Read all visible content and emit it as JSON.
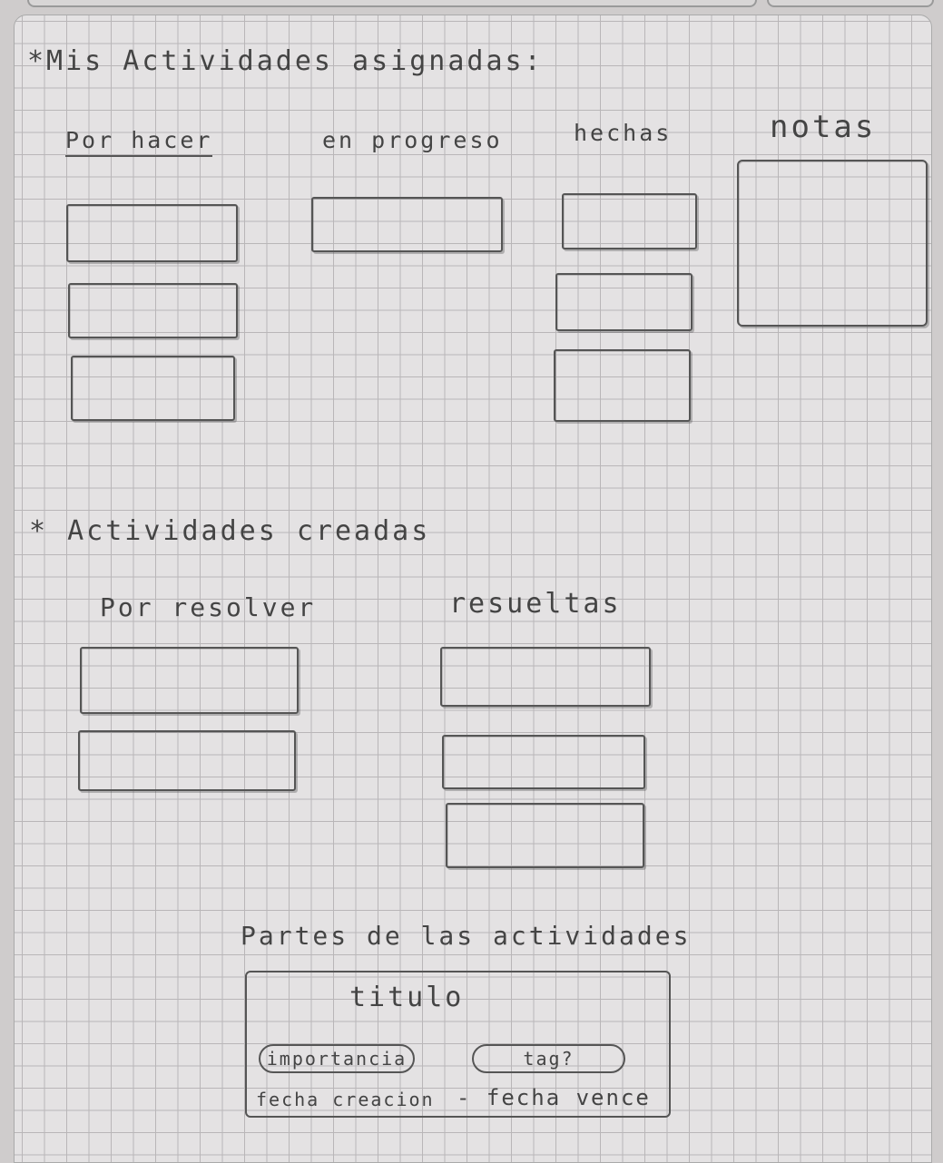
{
  "assigned": {
    "title": "*Mis Actividades asignadas:",
    "columns": {
      "todo": "Por hacer",
      "progress": "en progreso",
      "done": "hechas",
      "notes": "notas"
    }
  },
  "created": {
    "title": "* Actividades creadas",
    "columns": {
      "pending": "Por resolver",
      "resolved": "resueltas"
    }
  },
  "parts": {
    "title": "Partes de las actividades",
    "card": {
      "title": "titulo",
      "importance": "importancia",
      "tag": "tag?",
      "created": "fecha creacion",
      "due": "- fecha vence"
    }
  }
}
